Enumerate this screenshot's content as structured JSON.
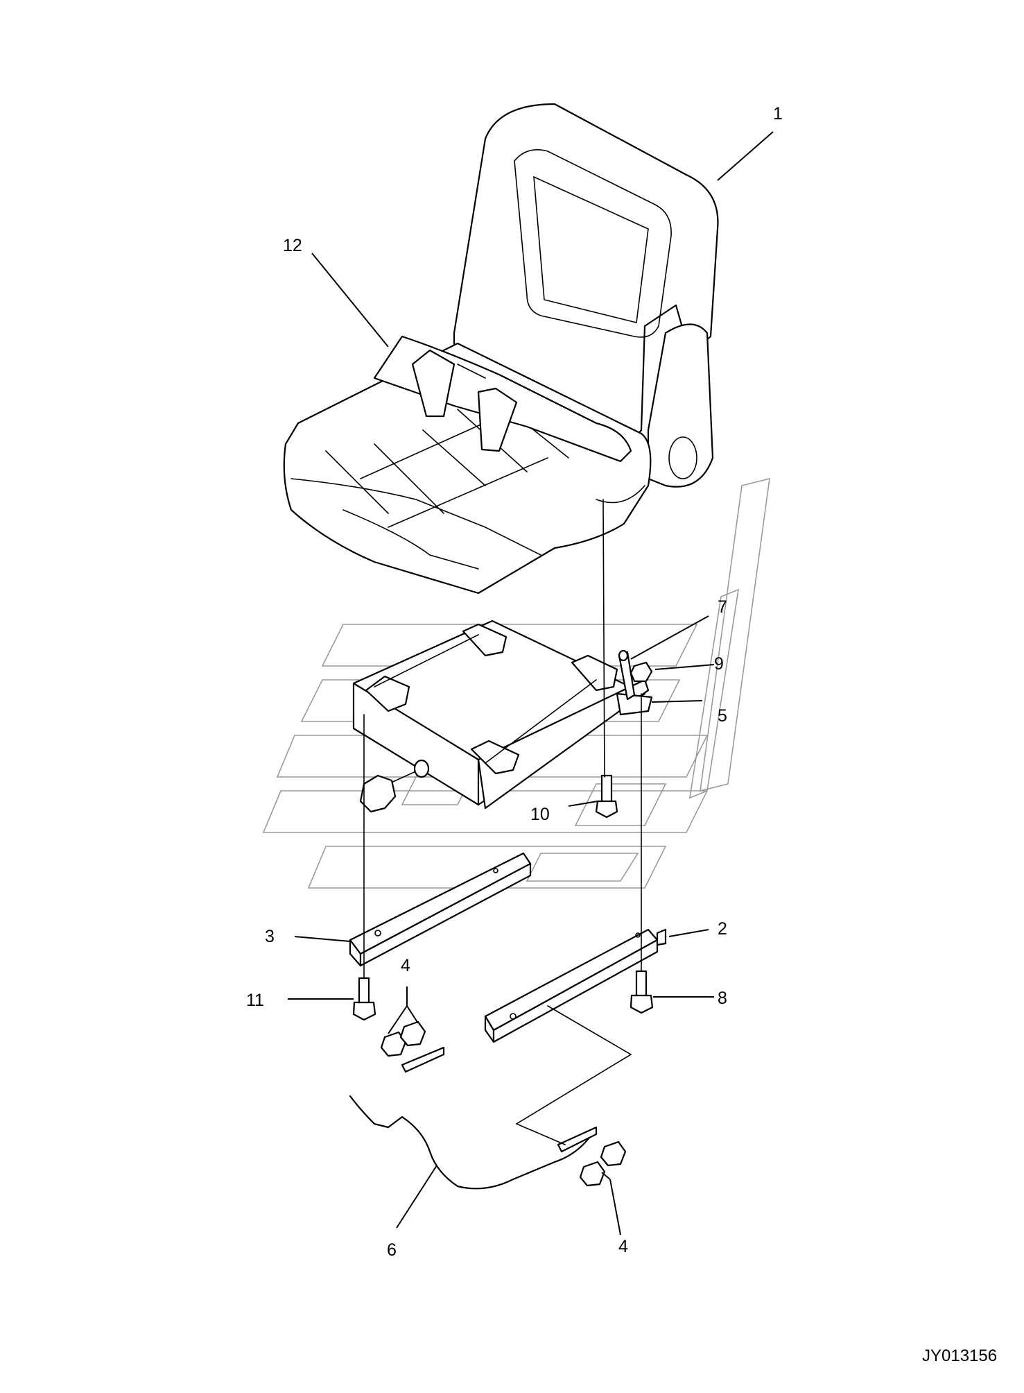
{
  "diagram": {
    "drawing_id": "JY013156",
    "callouts": [
      {
        "id": "part-1",
        "label": "1"
      },
      {
        "id": "part-2",
        "label": "2"
      },
      {
        "id": "part-3",
        "label": "3"
      },
      {
        "id": "part-4a",
        "label": "4"
      },
      {
        "id": "part-4b",
        "label": "4"
      },
      {
        "id": "part-5",
        "label": "5"
      },
      {
        "id": "part-6",
        "label": "6"
      },
      {
        "id": "part-7",
        "label": "7"
      },
      {
        "id": "part-8",
        "label": "8"
      },
      {
        "id": "part-9",
        "label": "9"
      },
      {
        "id": "part-10",
        "label": "10"
      },
      {
        "id": "part-11",
        "label": "11"
      },
      {
        "id": "part-12",
        "label": "12"
      }
    ]
  },
  "colors": {
    "line": "#000000",
    "watermark": "#9a9a9a",
    "background": "#ffffff"
  }
}
